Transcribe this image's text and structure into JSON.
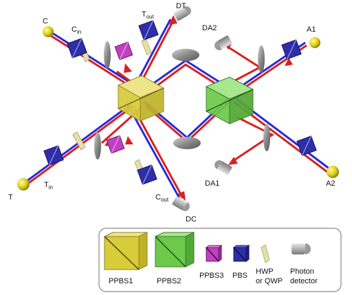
{
  "labels": {
    "C": "C",
    "Cin_main": "C",
    "Cin_sub": "in",
    "Tout_main": "T",
    "Tout_sub": "out",
    "DT": "DT",
    "DA2": "DA2",
    "A1": "A1",
    "T": "T",
    "Tin_main": "T",
    "Tin_sub": "in",
    "Cout_main": "C",
    "Cout_sub": "out",
    "DC": "DC",
    "DA1": "DA1",
    "A2": "A2"
  },
  "legend": {
    "ppbs1": "PPBS1",
    "ppbs2": "PPBS2",
    "ppbs3": "PPBS3",
    "pbs": "PBS",
    "waveplate_line1": "HWP",
    "waveplate_line2": "or QWP",
    "detector_line1": "Photon",
    "detector_line2": "detector"
  },
  "colors": {
    "red_beam": "#d92020",
    "blue_beam": "#2a2ad8",
    "ppbs1": "#d8cc3a",
    "ppbs2": "#6cc94a",
    "ppbs3": "#c040c0",
    "pbs": "#2e2ea8",
    "waveplate": "#e6e0a6",
    "mirror": "#8a8a8a",
    "source": "#e0d21a"
  }
}
